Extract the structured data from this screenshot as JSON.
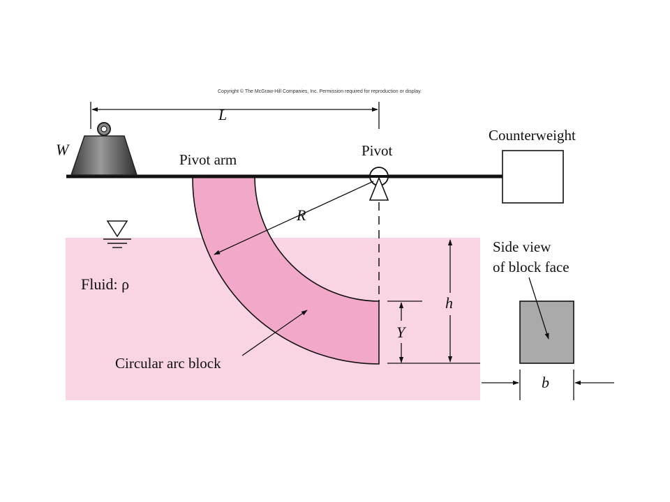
{
  "copyright": "Copyright © The McGraw-Hill Companies, Inc. Permission required for reproduction or display.",
  "labels": {
    "L": "L",
    "W": "W",
    "pivot_arm": "Pivot arm",
    "pivot": "Pivot",
    "counterweight": "Counterweight",
    "R": "R",
    "fluid": "Fluid: ρ",
    "side_view_1": "Side view",
    "side_view_2": "of block face",
    "h": "h",
    "Y": "Y",
    "circular_arc_block": "Circular arc block",
    "b": "b"
  },
  "colors": {
    "fluid": "#f9d4e4",
    "arc_block": "#f2a9c9",
    "block_face": "#aaaaaa",
    "weight": "#6e6e6e"
  }
}
